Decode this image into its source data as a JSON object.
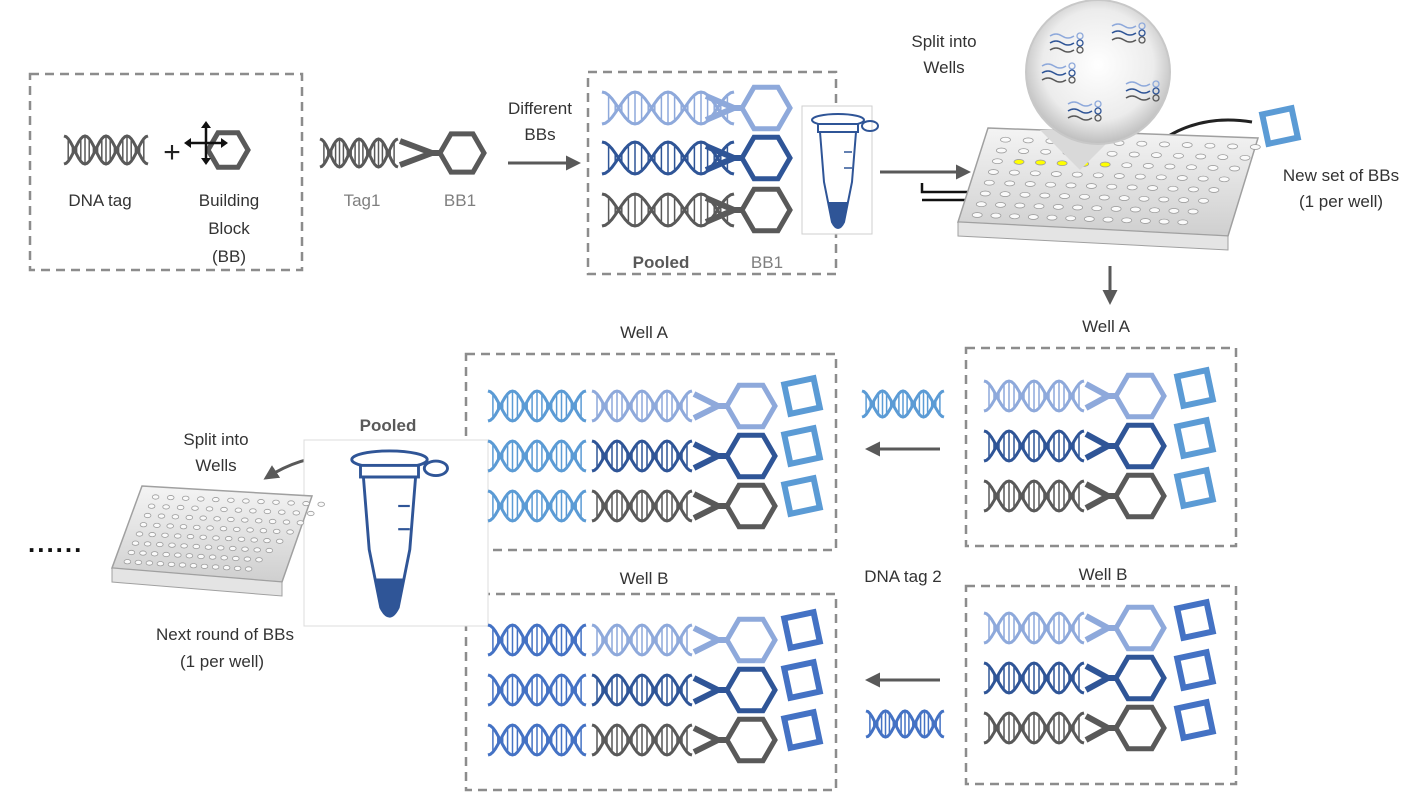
{
  "colors": {
    "dna_light": "#8EA9DB",
    "dna_mid": "#2F5597",
    "dna_dark": "#595959",
    "bb2_square": "#5B9BD5",
    "bb3_square": "#4472C4",
    "tube_liquid": "#2F5597",
    "well_highlight": "#FFFF00",
    "dash_box": "#8C8C8C",
    "arrow": "#595959",
    "label_gray": "#7F7F7F"
  },
  "labels": {
    "dna_tag": "DNA tag",
    "plus": "+",
    "building_block": [
      "Building",
      "Block",
      "(BB)"
    ],
    "tag1": "Tag1",
    "bb1": "BB1",
    "different_bbs": [
      "Different",
      "BBs"
    ],
    "pooled_top": "Pooled",
    "bb1_pool": "BB1",
    "split_into_wells_top": [
      "Split into",
      "Wells"
    ],
    "new_set_bbs": [
      "New set of BBs",
      "(1 per well)"
    ],
    "well_a_right": "Well A",
    "well_b_right": "Well B",
    "well_a_mid": "Well A",
    "well_b_mid": "Well B",
    "dna_tag_2": "DNA tag 2",
    "pooled_bottom": "Pooled",
    "split_into_wells_bottom": [
      "Split into",
      "Wells"
    ],
    "next_round": [
      "Next round of BBs",
      "(1 per well)"
    ],
    "ellipsis": "......"
  }
}
